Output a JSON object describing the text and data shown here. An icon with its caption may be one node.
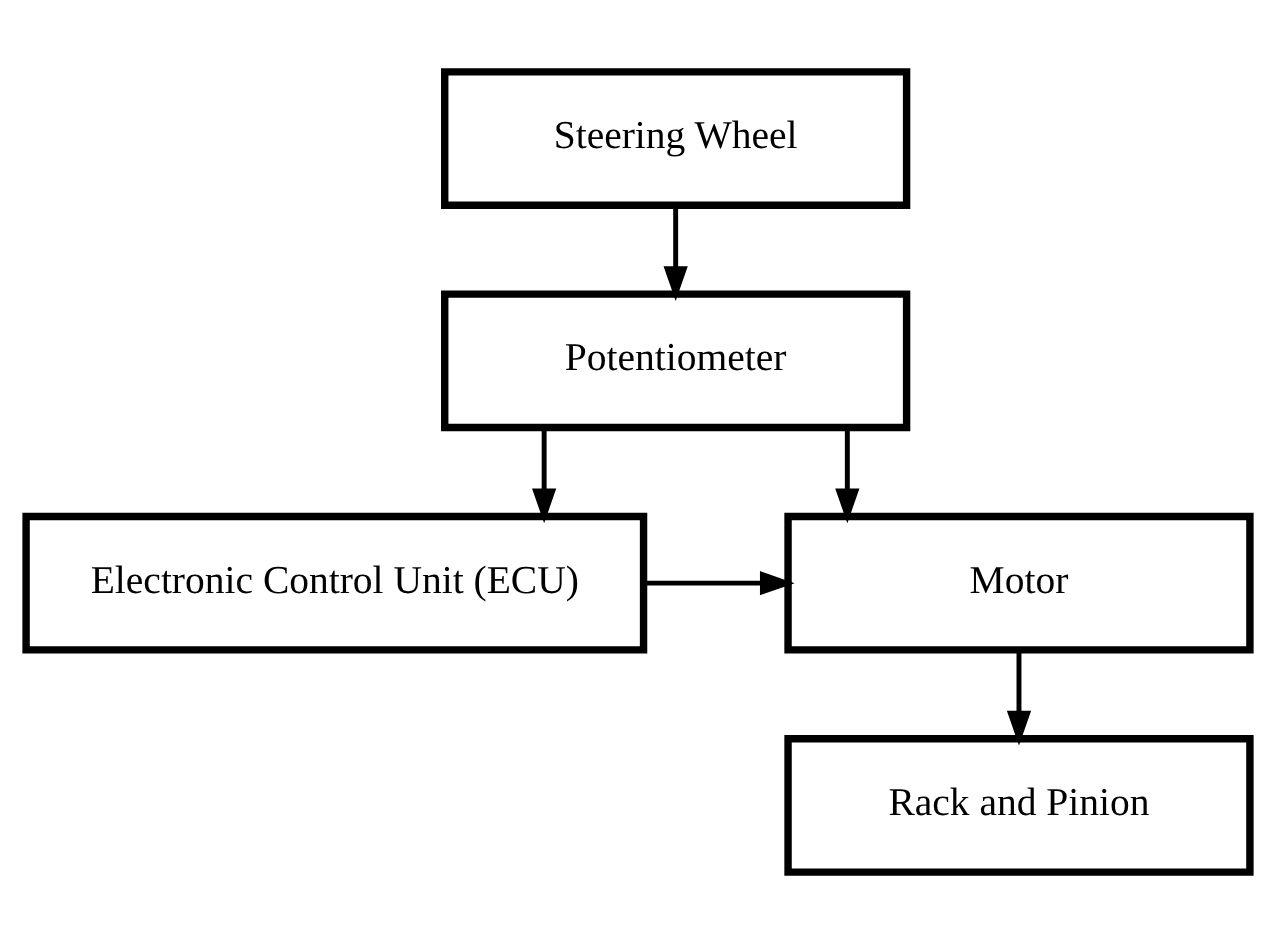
{
  "diagram": {
    "nodes": [
      {
        "text": [
          "Steering Wheel"
        ]
      },
      {
        "text": [
          "Potentiometer"
        ]
      },
      {
        "text": [
          "Motor"
        ]
      },
      {
        "text": [
          "Rack and Pinion"
        ]
      },
      {
        "text": [
          "Electronic Control Unit (ECU)"
        ]
      }
    ],
    "edges": [
      {
        "from": 0,
        "to": 1,
        "arrow": "to"
      },
      {
        "from": 1,
        "to": 2,
        "arrow": "to"
      },
      {
        "from": 1,
        "to": 4,
        "arrow": "to"
      },
      {
        "from": 4,
        "to": 2,
        "arrow": "to"
      },
      {
        "from": 2,
        "to": 3,
        "arrow": "to"
      }
    ]
  }
}
